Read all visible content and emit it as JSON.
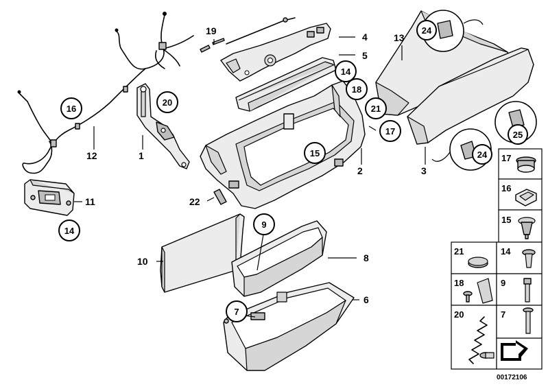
{
  "diagram": {
    "catalog_number": "00172106",
    "plain_labels": {
      "p1": "1",
      "p2": "2",
      "p3": "3",
      "p4": "4",
      "p5": "5",
      "p6": "6",
      "p8": "8",
      "p10": "10",
      "p11": "11",
      "p12": "12",
      "p13": "13",
      "p19": "19",
      "p22": "22"
    },
    "circled_labels": {
      "c7": "7",
      "c9": "9",
      "c14a": "14",
      "c14b": "14",
      "c15": "15",
      "c16": "16",
      "c17": "17",
      "c18": "18",
      "c20": "20",
      "c21": "21",
      "c24a": "24",
      "c24b": "24",
      "c25": "25"
    },
    "legend": {
      "l17": "17",
      "l16": "16",
      "l15": "15",
      "l21": "21",
      "l14": "14",
      "l18": "18",
      "l9": "9",
      "l20": "20",
      "l7": "7"
    }
  }
}
